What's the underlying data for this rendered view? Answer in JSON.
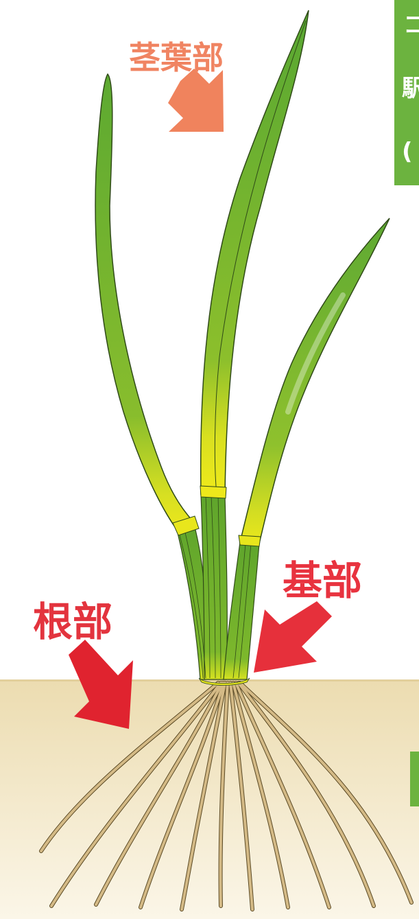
{
  "labels": {
    "stem_leaf": "茎葉部",
    "base": "基部",
    "root": "根部"
  },
  "colors": {
    "stem_leaf_label": "#f08462",
    "base_label": "#e8333f",
    "root_label": "#e3343e",
    "stem_leaf_arrow": "#f0835d",
    "base_arrow": "#e6303b",
    "root_arrow": "#e0232f",
    "leaf_green": "#7ab833",
    "leaf_yellow": "#e2e41d",
    "stem_green": "#6aa82a",
    "root_color": "#c8ad78",
    "soil": "#f1e6c4",
    "corner_panel": "#6cb33f"
  },
  "icons": {
    "stem_leaf_arrow": "arrow-down-right-icon",
    "base_arrow": "arrow-down-left-icon",
    "root_arrow": "arrow-down-right-icon"
  }
}
